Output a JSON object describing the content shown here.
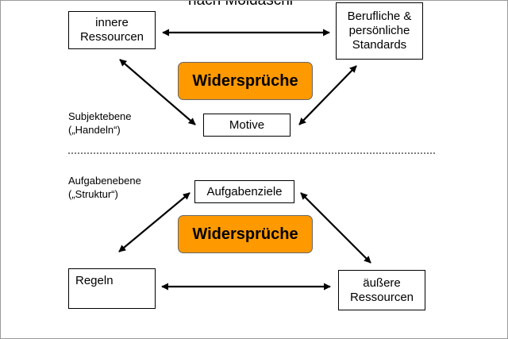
{
  "diagram": {
    "title_partial": "nach Moldaschl",
    "subject_level": {
      "label_line1": "Subjektebene",
      "label_line2": "(„Handeln“)",
      "box_inner_resources": {
        "line1": "innere",
        "line2": "Ressourcen"
      },
      "box_standards": {
        "line1": "Berufliche &",
        "line2": "persönliche",
        "line3": "Standards"
      },
      "box_motives": "Motive",
      "contradictions": "Widersprüche"
    },
    "task_level": {
      "label_line1": "Aufgabenebene",
      "label_line2": "(„Struktur“)",
      "box_task_goals": "Aufgabenziele",
      "box_rules": "Regeln",
      "box_outer_resources": {
        "line1": "äußere",
        "line2": "Ressourcen"
      },
      "contradictions": "Widersprüche"
    },
    "colors": {
      "contradictions_fill": "#ff9900",
      "border": "#000000",
      "divider": "#555555"
    }
  }
}
